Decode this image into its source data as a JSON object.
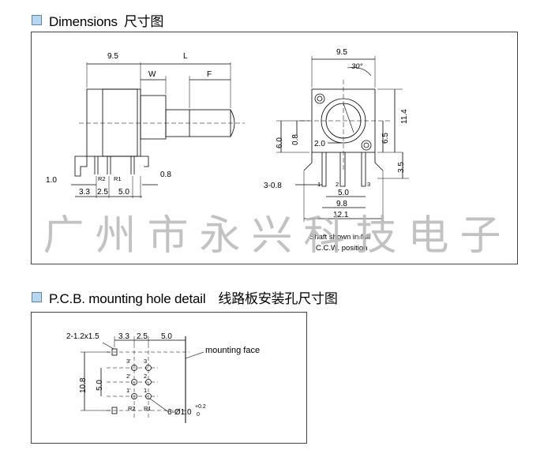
{
  "sections": {
    "dimensions": {
      "title": "Dimensions",
      "title_cn": "尺寸图"
    },
    "pcb": {
      "title": "P.C.B. mounting hole detail",
      "title_cn": "线路板安装孔尺寸图"
    }
  },
  "watermark": "广州市永兴科技电子",
  "side_view": {
    "dim_top_left": "9.5",
    "dim_top_L": "L",
    "dim_W": "W",
    "dim_F": "F",
    "dim_1_0": "1.0",
    "dim_0_8": "0.8",
    "pin_R2": "R2",
    "pin_R1": "R1",
    "dim_3_3": "3.3",
    "dim_2_5": "2.5",
    "dim_5_0": "5.0"
  },
  "front_view": {
    "dim_9_5": "9.5",
    "angle": "30°",
    "dim_11_4": "11.4",
    "dim_6_5": "6.5",
    "dim_6_0": "6.0",
    "dim_0_8": "0.8",
    "dim_2_0": "2.0",
    "dim_3_5": "3.5",
    "dim_3_0_8": "3-0.8",
    "pin_1": "1",
    "pin_2": "2",
    "pin_3": "3",
    "dim_5_0": "5.0",
    "dim_9_8": "9.8",
    "dim_12_1": "12.1",
    "note_line1": "Shaft shown in full",
    "note_line2": "C.C.W. position"
  },
  "pcb_view": {
    "slot_label": "2-1.2x1.5",
    "dim_3_3": "3.3",
    "dim_2_5": "2.5",
    "dim_5_0": "5.0",
    "mounting_face": "mounting face",
    "dim_10_8": "10.8",
    "dim_5_0_v": "5.0",
    "pin_3p": "3'",
    "pin_3": "3",
    "pin_2p": "2'",
    "pin_2": "2",
    "pin_1p": "1'",
    "pin_1": "1",
    "pin_R2": "R2",
    "pin_R1": "R1",
    "hole_label": "6-Ø1.0",
    "hole_tol_plus": "+0.2",
    "hole_tol_minus": "0"
  }
}
